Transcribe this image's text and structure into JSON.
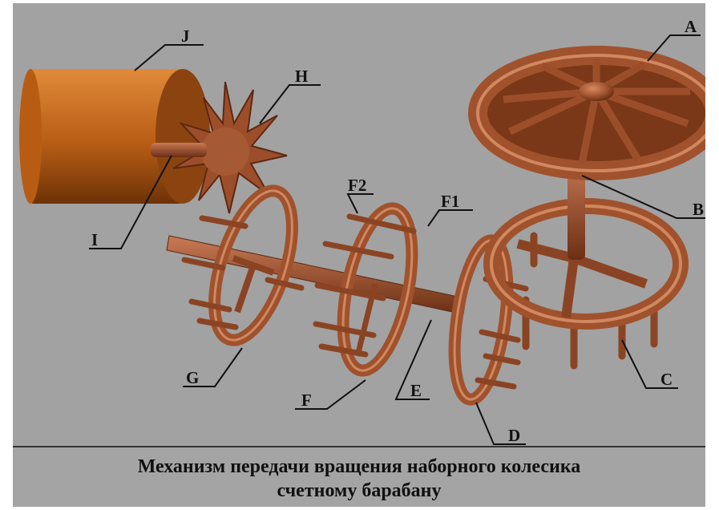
{
  "labels": {
    "A": "A",
    "B": "B",
    "C": "C",
    "D": "D",
    "E": "E",
    "F": "F",
    "F1": "F1",
    "F2": "F2",
    "G": "G",
    "H": "H",
    "I": "I",
    "J": "J"
  },
  "caption": {
    "line1": "Механизм передачи вращения наборного колесика",
    "line2": "счетному барабану"
  },
  "colors": {
    "background": "#a2a2a2",
    "wood": "#a0522d",
    "wood_dark": "#6b2f14",
    "wood_light": "#c97a55",
    "drum": "#c8661a",
    "drum_dark": "#7a3a08"
  }
}
